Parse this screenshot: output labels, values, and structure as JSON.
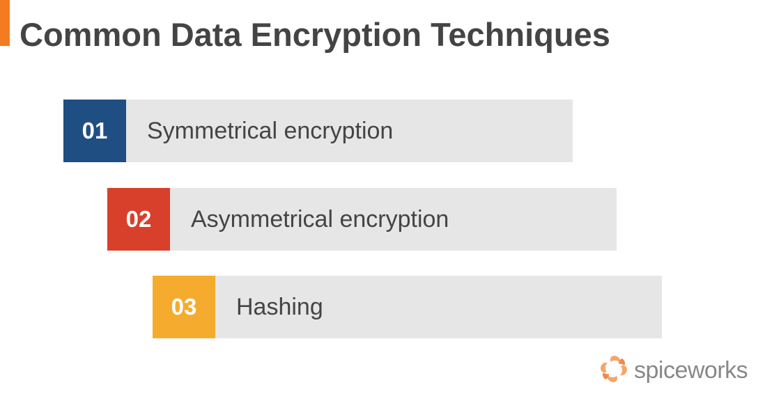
{
  "title": "Common Data Encryption Techniques",
  "colors": {
    "accent": "#f47b20",
    "item_1": "#1f4e82",
    "item_2": "#d8402b",
    "item_3": "#f5ac2e",
    "label_bg": "#e6e6e6",
    "text": "#444444"
  },
  "items": [
    {
      "number": "01",
      "label": "Symmetrical encryption"
    },
    {
      "number": "02",
      "label": "Asymmetrical encryption"
    },
    {
      "number": "03",
      "label": "Hashing"
    }
  ],
  "logo": {
    "text": "spiceworks",
    "icon": "spiceworks-logo-icon"
  }
}
